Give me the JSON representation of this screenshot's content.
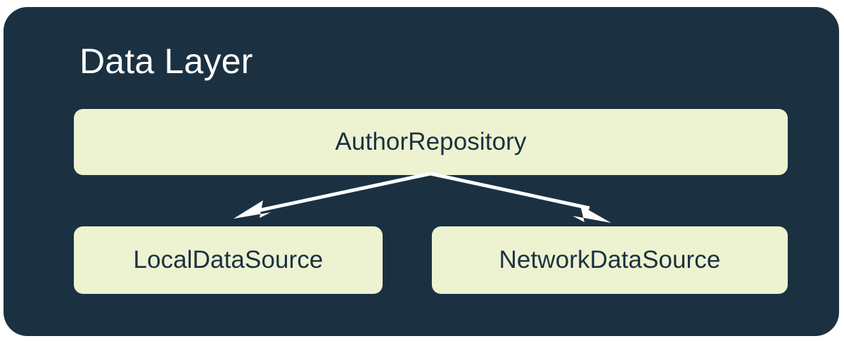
{
  "diagram": {
    "type": "architecture-layer-diagram",
    "title": "Data Layer",
    "panel_color": "#1b3141",
    "node_fill_color": "#edf2d0",
    "node_text_color": "#1b3141",
    "title_color": "#ffffff",
    "connector_color": "#ffffff",
    "canvas_background": "#ffffff",
    "nodes": [
      {
        "id": "author-repository",
        "label": "AuthorRepository",
        "role": "repository"
      },
      {
        "id": "local-data-source",
        "label": "LocalDataSource",
        "role": "data-source"
      },
      {
        "id": "network-data-source",
        "label": "NetworkDataSource",
        "role": "data-source"
      }
    ],
    "connections": [
      {
        "id": "repository-to-local",
        "from": "author-repository",
        "to": "local-data-source",
        "style": "solid-arrow"
      },
      {
        "id": "repository-to-network",
        "from": "author-repository",
        "to": "network-data-source",
        "style": "solid-arrow"
      }
    ]
  }
}
